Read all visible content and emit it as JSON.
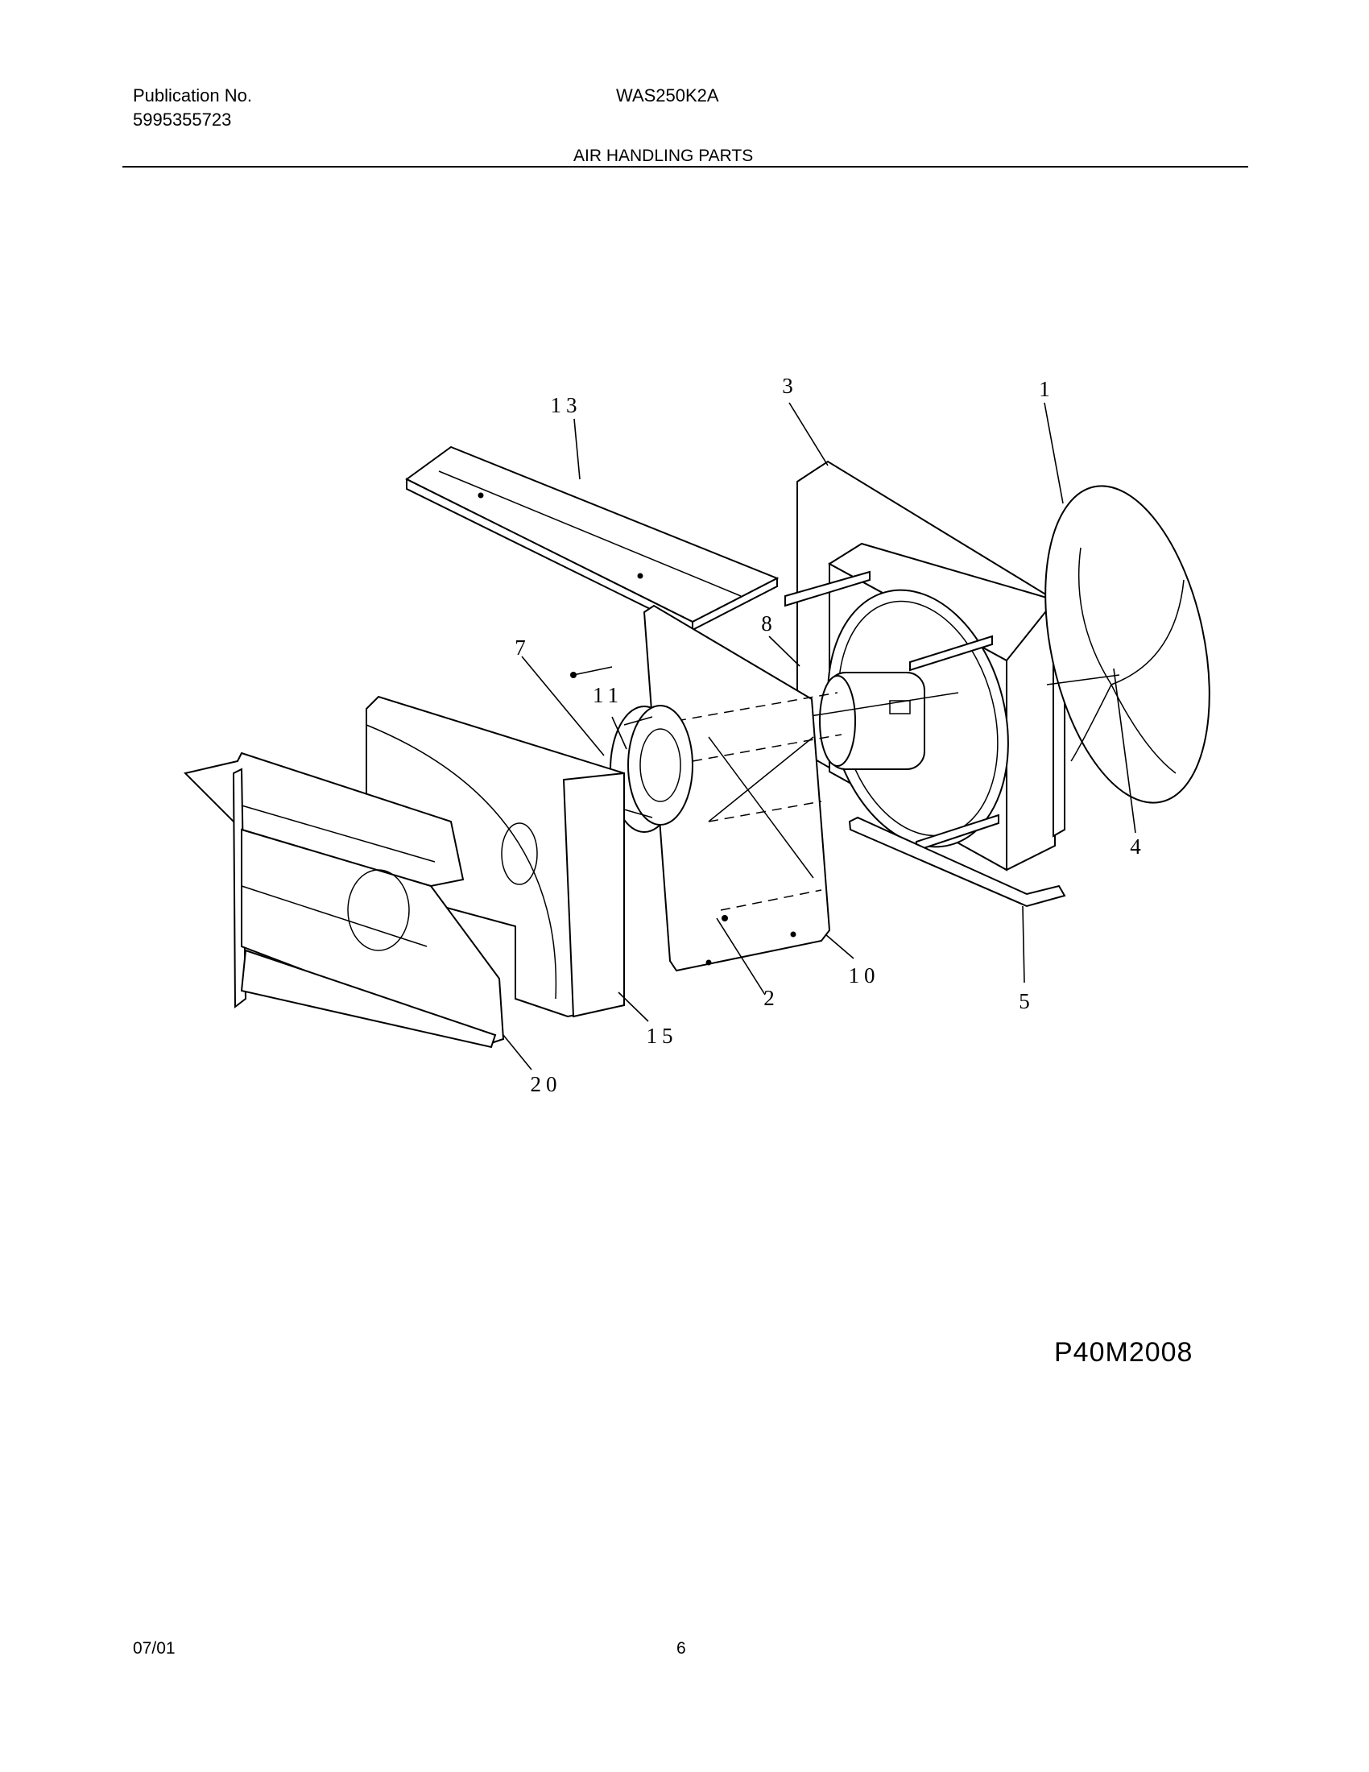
{
  "header": {
    "publication_label": "Publication No.",
    "publication_number": "5995355723",
    "model": "WAS250K2A",
    "section_title": "AIR HANDLING PARTS"
  },
  "diagram": {
    "code": "P40M2008",
    "callouts": [
      "1",
      "2",
      "3",
      "4",
      "5",
      "7",
      "8",
      "10",
      "11",
      "13",
      "15",
      "20"
    ]
  },
  "footer": {
    "date": "07/01",
    "page": "6"
  }
}
